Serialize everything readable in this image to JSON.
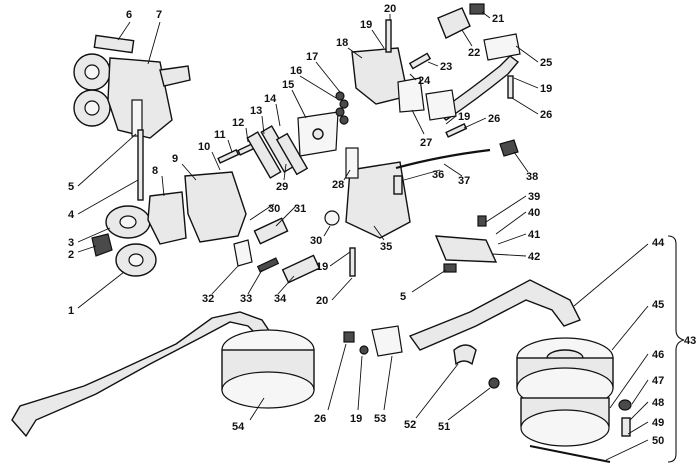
{
  "callouts": [
    {
      "id": "1",
      "text": "1"
    },
    {
      "id": "2",
      "text": "2"
    },
    {
      "id": "3",
      "text": "3"
    },
    {
      "id": "4",
      "text": "4"
    },
    {
      "id": "5a",
      "text": "5"
    },
    {
      "id": "6",
      "text": "6"
    },
    {
      "id": "7",
      "text": "7"
    },
    {
      "id": "8",
      "text": "8"
    },
    {
      "id": "9",
      "text": "9"
    },
    {
      "id": "10",
      "text": "10"
    },
    {
      "id": "11",
      "text": "11"
    },
    {
      "id": "12",
      "text": "12"
    },
    {
      "id": "13",
      "text": "13"
    },
    {
      "id": "14",
      "text": "14"
    },
    {
      "id": "15",
      "text": "15"
    },
    {
      "id": "16",
      "text": "16"
    },
    {
      "id": "17",
      "text": "17"
    },
    {
      "id": "18",
      "text": "18"
    },
    {
      "id": "19a",
      "text": "19"
    },
    {
      "id": "20a",
      "text": "20"
    },
    {
      "id": "21",
      "text": "21"
    },
    {
      "id": "22",
      "text": "22"
    },
    {
      "id": "23",
      "text": "23"
    },
    {
      "id": "24",
      "text": "24"
    },
    {
      "id": "25",
      "text": "25"
    },
    {
      "id": "19b",
      "text": "19"
    },
    {
      "id": "26a",
      "text": "26"
    },
    {
      "id": "19c",
      "text": "19"
    },
    {
      "id": "26b",
      "text": "26"
    },
    {
      "id": "27",
      "text": "27"
    },
    {
      "id": "28",
      "text": "28"
    },
    {
      "id": "29",
      "text": "29"
    },
    {
      "id": "30a",
      "text": "30"
    },
    {
      "id": "31",
      "text": "31"
    },
    {
      "id": "30b",
      "text": "30"
    },
    {
      "id": "35",
      "text": "35"
    },
    {
      "id": "36",
      "text": "36"
    },
    {
      "id": "37",
      "text": "37"
    },
    {
      "id": "38",
      "text": "38"
    },
    {
      "id": "39",
      "text": "39"
    },
    {
      "id": "40",
      "text": "40"
    },
    {
      "id": "41",
      "text": "41"
    },
    {
      "id": "42",
      "text": "42"
    },
    {
      "id": "5b",
      "text": "5"
    },
    {
      "id": "19d",
      "text": "19"
    },
    {
      "id": "20b",
      "text": "20"
    },
    {
      "id": "32",
      "text": "32"
    },
    {
      "id": "33",
      "text": "33"
    },
    {
      "id": "34",
      "text": "34"
    },
    {
      "id": "44",
      "text": "44"
    },
    {
      "id": "45",
      "text": "45"
    },
    {
      "id": "43",
      "text": "43"
    },
    {
      "id": "46",
      "text": "46"
    },
    {
      "id": "47",
      "text": "47"
    },
    {
      "id": "48",
      "text": "48"
    },
    {
      "id": "49",
      "text": "49"
    },
    {
      "id": "50",
      "text": "50"
    },
    {
      "id": "54",
      "text": "54"
    },
    {
      "id": "26c",
      "text": "26"
    },
    {
      "id": "19e",
      "text": "19"
    },
    {
      "id": "53",
      "text": "53"
    },
    {
      "id": "52",
      "text": "52"
    },
    {
      "id": "51",
      "text": "51"
    }
  ]
}
